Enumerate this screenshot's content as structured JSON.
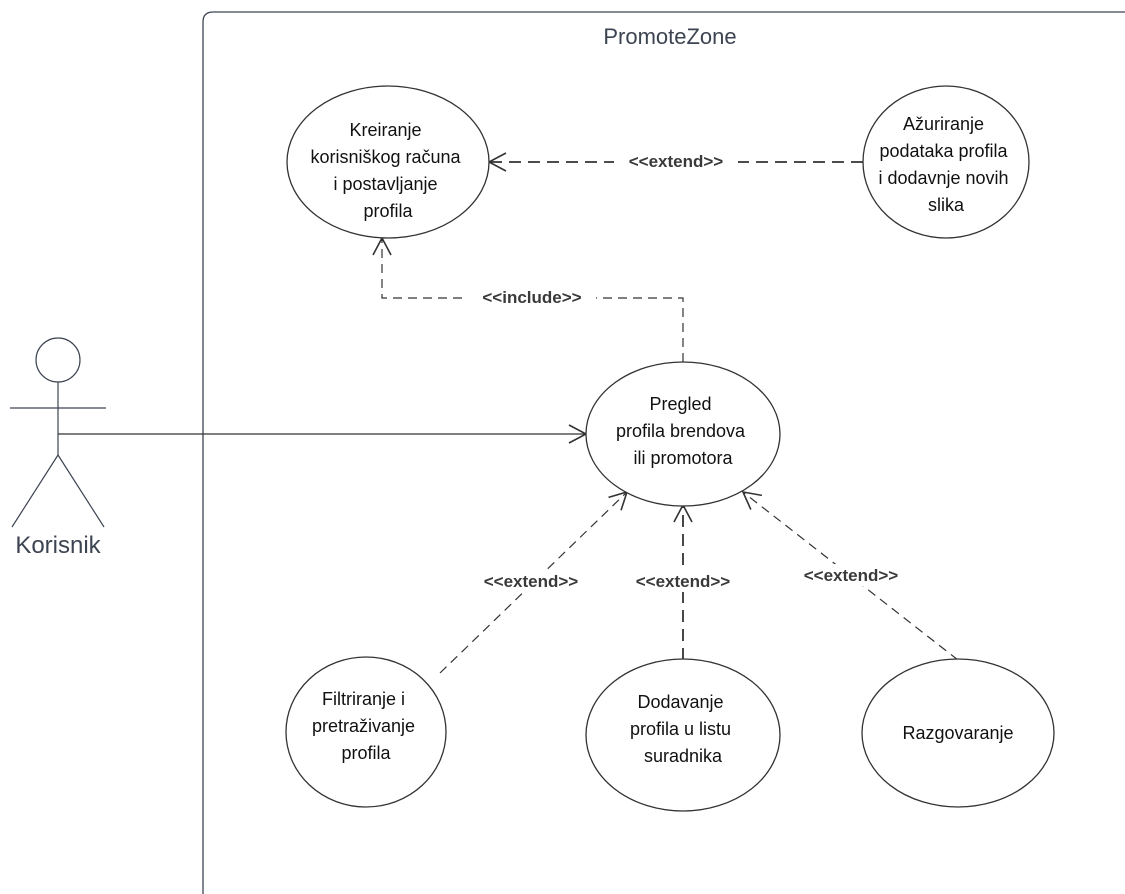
{
  "system": {
    "title": "PromoteZone"
  },
  "actor": {
    "name": "Korisnik"
  },
  "use_cases": {
    "create_account": [
      "Kreiranje",
      "korisniškog računa",
      "i postavljanje",
      "profila"
    ],
    "update_profile": [
      "Ažuriranje",
      "podataka profila",
      "i dodavnje novih",
      "slika"
    ],
    "browse_profiles": [
      "Pregled",
      "profila brendova",
      "ili promotora"
    ],
    "filter_search": [
      "Filtriranje i",
      "pretraživanje",
      "profila"
    ],
    "add_to_list": [
      "Dodavanje",
      "profila u listu",
      "suradnika"
    ],
    "chat": [
      "Razgovaranje"
    ]
  },
  "relations": {
    "extend_update": "<<extend>>",
    "include_create": "<<include>>",
    "extend_filter": "<<extend>>",
    "extend_add": "<<extend>>",
    "extend_chat": "<<extend>>"
  },
  "colors": {
    "line": "#333333",
    "border": "#3d4451",
    "text": "#111111"
  }
}
